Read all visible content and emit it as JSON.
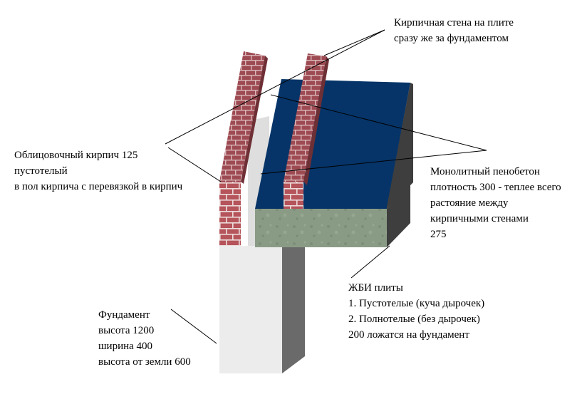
{
  "labels": {
    "brick_wall": {
      "line1": "Кирпичная стена на плите",
      "line2": "сразу же за фундаментом"
    },
    "facing_brick": {
      "line1": "Облицовочный кирпич 125",
      "line2": "пустотелый",
      "line3": "в пол кирпича с перевязкой в кирпич"
    },
    "foam_concrete": {
      "line1": "Монолитный пенобетон",
      "line2": "плотность 300 - теплее всего",
      "line3": "растояние между",
      "line4": "кирпичными стенами",
      "line5": "275"
    },
    "rc_slabs": {
      "line1": "ЖБИ плиты",
      "line2": "1. Пустотелые (куча дырочек)",
      "line3": "2. Полнотелые (без дырочек)",
      "line4": "200  ложатся на фундамент"
    },
    "foundation": {
      "line1": "Фундамент",
      "line2": "высота 1200",
      "line3": "ширина 400",
      "line4": "высота от земли 600"
    }
  },
  "colors": {
    "brick": "#b5545a",
    "brick_mortar": "#ecdcdc",
    "foam_concrete": "#063468",
    "slab_concrete": "#8a9b85",
    "foundation_front": "#ececec",
    "foundation_side": "#6a6a6a",
    "dark_side": "#3e3e3e"
  }
}
